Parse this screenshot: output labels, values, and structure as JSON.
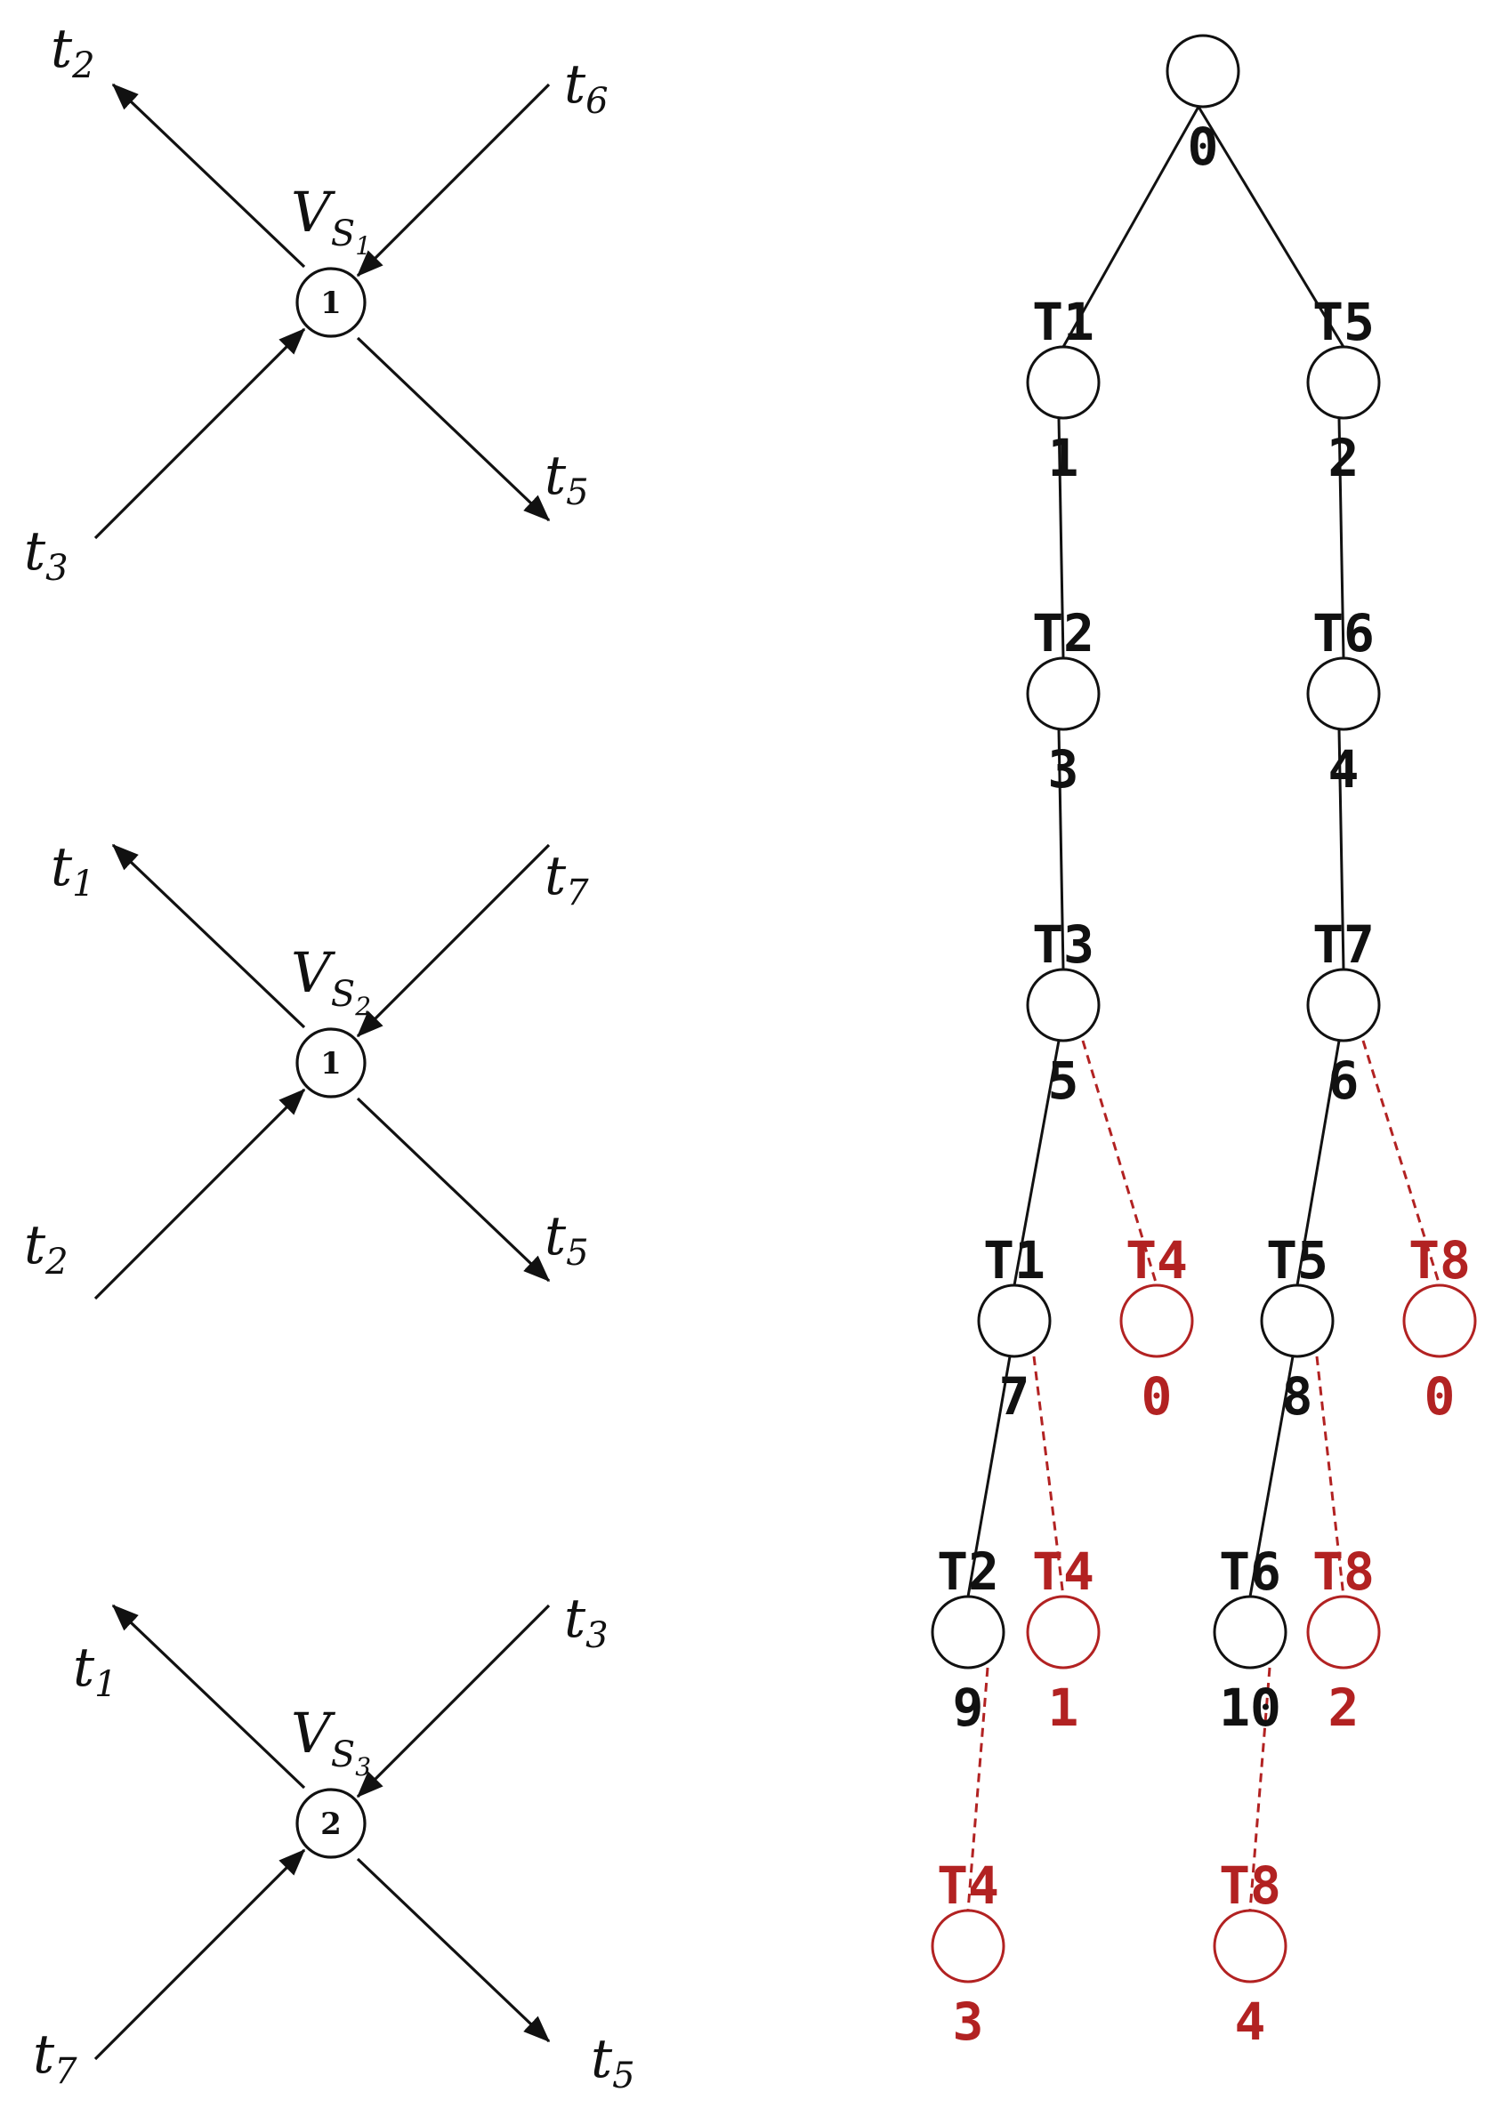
{
  "colors": {
    "ink": "#111111",
    "disabled": "#b22222"
  },
  "left_panels": [
    {
      "id": "vs1",
      "V_sub": "S",
      "V_subsub": "1",
      "node_value": "1",
      "out_top_left": {
        "t": "t",
        "sub": "2"
      },
      "in_top_right": {
        "t": "t",
        "sub": "6"
      },
      "in_bottom_left": {
        "t": "t",
        "sub": "3"
      },
      "out_bottom_right": {
        "t": "t",
        "sub": "5"
      }
    },
    {
      "id": "vs2",
      "V_sub": "S",
      "V_subsub": "2",
      "node_value": "1",
      "out_top_left": {
        "t": "t",
        "sub": "1"
      },
      "in_top_right": {
        "t": "t",
        "sub": "7"
      },
      "in_bottom_left": {
        "t": "t",
        "sub": "2"
      },
      "out_bottom_right": {
        "t": "t",
        "sub": "5"
      }
    },
    {
      "id": "vs3",
      "V_sub": "S",
      "V_subsub": "3",
      "node_value": "2",
      "out_top_left": {
        "t": "t",
        "sub": "1"
      },
      "in_top_right": {
        "t": "t",
        "sub": "3"
      },
      "in_bottom_left": {
        "t": "t",
        "sub": "7"
      },
      "out_bottom_right": {
        "t": "t",
        "sub": "5"
      }
    }
  ],
  "V_letter": "V",
  "tree": {
    "nodes": [
      {
        "id": "n0",
        "transition": "",
        "marking": "0",
        "kind": "normal"
      },
      {
        "id": "n1",
        "transition": "T1",
        "marking": "1",
        "kind": "normal"
      },
      {
        "id": "n2",
        "transition": "T5",
        "marking": "2",
        "kind": "normal"
      },
      {
        "id": "n3",
        "transition": "T2",
        "marking": "3",
        "kind": "normal"
      },
      {
        "id": "n4",
        "transition": "T6",
        "marking": "4",
        "kind": "normal"
      },
      {
        "id": "n5",
        "transition": "T3",
        "marking": "5",
        "kind": "normal"
      },
      {
        "id": "n6",
        "transition": "T7",
        "marking": "6",
        "kind": "normal"
      },
      {
        "id": "n7",
        "transition": "T1",
        "marking": "7",
        "kind": "normal"
      },
      {
        "id": "n5r",
        "transition": "T4",
        "marking": "0",
        "kind": "disabled"
      },
      {
        "id": "n8",
        "transition": "T5",
        "marking": "8",
        "kind": "normal"
      },
      {
        "id": "n6r",
        "transition": "T8",
        "marking": "0",
        "kind": "disabled"
      },
      {
        "id": "n9",
        "transition": "T2",
        "marking": "9",
        "kind": "normal"
      },
      {
        "id": "n7r",
        "transition": "T4",
        "marking": "1",
        "kind": "disabled"
      },
      {
        "id": "n10",
        "transition": "T6",
        "marking": "10",
        "kind": "normal"
      },
      {
        "id": "n8r",
        "transition": "T8",
        "marking": "2",
        "kind": "disabled"
      },
      {
        "id": "n9r",
        "transition": "T4",
        "marking": "3",
        "kind": "disabled"
      },
      {
        "id": "n10r",
        "transition": "T8",
        "marking": "4",
        "kind": "disabled"
      }
    ],
    "edges": [
      {
        "from": "n0",
        "to": "n1",
        "kind": "normal"
      },
      {
        "from": "n0",
        "to": "n2",
        "kind": "normal"
      },
      {
        "from": "n1",
        "to": "n3",
        "kind": "normal"
      },
      {
        "from": "n2",
        "to": "n4",
        "kind": "normal"
      },
      {
        "from": "n3",
        "to": "n5",
        "kind": "normal"
      },
      {
        "from": "n4",
        "to": "n6",
        "kind": "normal"
      },
      {
        "from": "n5",
        "to": "n7",
        "kind": "normal"
      },
      {
        "from": "n5",
        "to": "n5r",
        "kind": "disabled"
      },
      {
        "from": "n6",
        "to": "n8",
        "kind": "normal"
      },
      {
        "from": "n6",
        "to": "n6r",
        "kind": "disabled"
      },
      {
        "from": "n7",
        "to": "n9",
        "kind": "normal"
      },
      {
        "from": "n7",
        "to": "n7r",
        "kind": "disabled"
      },
      {
        "from": "n8",
        "to": "n10",
        "kind": "normal"
      },
      {
        "from": "n8",
        "to": "n8r",
        "kind": "disabled"
      },
      {
        "from": "n9",
        "to": "n9r",
        "kind": "disabled"
      },
      {
        "from": "n10",
        "to": "n10r",
        "kind": "disabled"
      }
    ]
  }
}
